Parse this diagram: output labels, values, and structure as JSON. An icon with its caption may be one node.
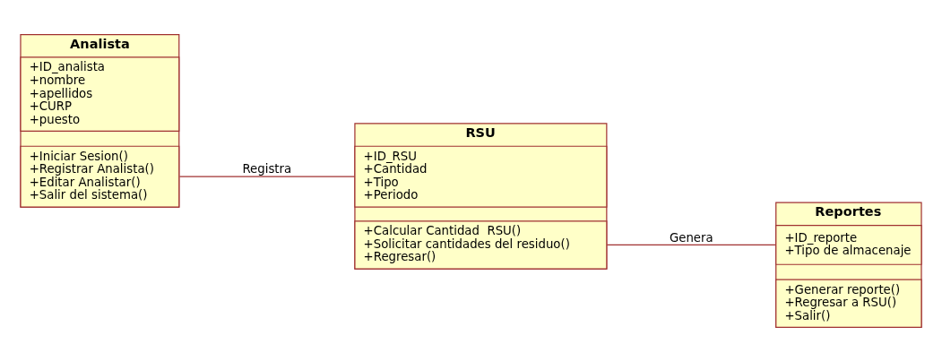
{
  "diagram": {
    "nodes": [
      {
        "text": [
          "Analista"
        ]
      },
      {
        "text": [
          "+ID_analista",
          "+nombre",
          "+apellidos",
          "+CURP",
          "+puesto"
        ],
        "in": 0
      },
      {
        "text": [
          "+Iniciar Sesion()",
          "+Registrar Analista()",
          "+Editar Analistar()",
          "+Salir del sistema()"
        ],
        "in": 0
      },
      {
        "text": [
          "RSU"
        ]
      },
      {
        "text": [
          "+ID_RSU",
          "+Cantidad",
          "+Tipo",
          "+Periodo"
        ],
        "in": 3
      },
      {
        "text": [
          "+Calcular Cantidad  RSU()",
          "+Solicitar cantidades del residuo()",
          "+Regresar()"
        ],
        "in": 3
      },
      {
        "text": [
          "Reportes"
        ]
      },
      {
        "text": [
          "+ID_reporte",
          "+Tipo de almacenaje"
        ],
        "in": 6
      },
      {
        "text": [
          "+Generar reporte()",
          "+Regresar a RSU()",
          "+Salir()"
        ],
        "in": 6
      }
    ],
    "edges": [
      {
        "from": 0,
        "to": 3,
        "arrow": "none",
        "label": "Registra"
      },
      {
        "from": 3,
        "to": 6,
        "arrow": "none",
        "label": "Genera"
      }
    ]
  }
}
